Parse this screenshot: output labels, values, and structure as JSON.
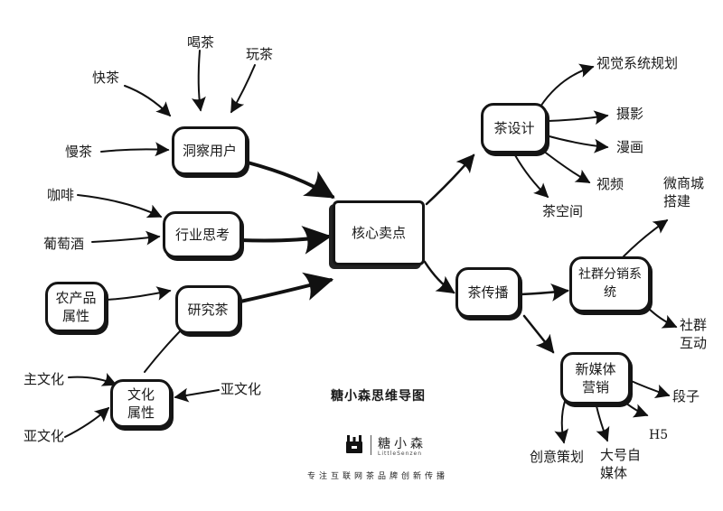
{
  "center": "核心卖点",
  "left_hubs": {
    "insight": "洞察用户",
    "industry": "行业思考",
    "research": "研究茶",
    "culture": "文化属性",
    "agri": "农产品属性"
  },
  "left_leaves": {
    "kuaicha": "快茶",
    "hecha": "喝茶",
    "wancha": "玩茶",
    "mancha": "慢茶",
    "kafei": "咖啡",
    "putaojiu": "葡萄酒",
    "zhuwenhua": "主文化",
    "yawenhua_left": "亚文化",
    "yawenhua_right": "亚文化"
  },
  "right_hubs": {
    "tea_design": "茶设计",
    "tea_spread": "茶传播",
    "community": "社群分销系统",
    "new_media": "新媒体营销"
  },
  "right_leaves": {
    "visual": "视觉系统规划",
    "photo": "摄影",
    "comic": "漫画",
    "video": "视频",
    "tea_space": "茶空间",
    "weishop": "微商城搭建",
    "community_interact": "社群互动",
    "duanzi": "段子",
    "h5": "H5",
    "creative": "创意策划",
    "bigv": "大号自媒体"
  },
  "footer": {
    "title": "糖小森思维导图",
    "brand": "糖小森",
    "brand_en": "LittleSenzen",
    "slogan": "专注互联网茶品牌创新传播"
  }
}
